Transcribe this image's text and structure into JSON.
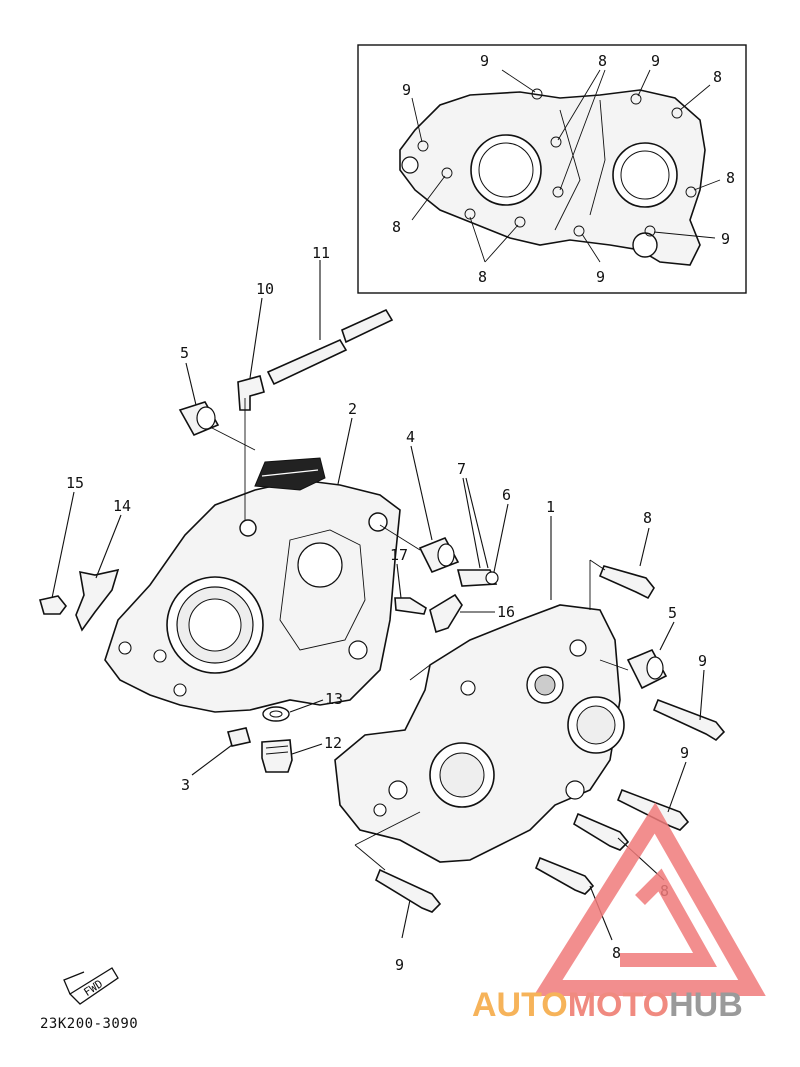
{
  "diagram": {
    "part_code": "23K200-3090",
    "fwd_label": "FWD",
    "callouts": {
      "crankcase_1": "1",
      "crankcase_2": "2",
      "dowel_3": "3",
      "bearing_4": "4",
      "bearing_5_left": "5",
      "bearing_5_right": "5",
      "collar_6": "6",
      "pin_7": "7",
      "bolt_8_right": "8",
      "bolt_8_lower_a": "8",
      "bolt_8_lower_b": "8",
      "bolt_9_bottom": "9",
      "bolt_9_right_a": "9",
      "bolt_9_right_b": "9",
      "fitting_10": "10",
      "hose_11": "11",
      "plug_12": "12",
      "gasket_13": "13",
      "plate_14": "14",
      "bolt_15": "15",
      "plate_16": "16",
      "screw_17": "17"
    },
    "inset": {
      "labels": {
        "n9_top_left": "9",
        "n9_top_mid": "9",
        "n9_top_right": "9",
        "n8_top_mid": "8",
        "n8_top_right": "8",
        "n8_right": "8",
        "n9_right": "9",
        "n9_bottom": "9",
        "n8_bottom": "8",
        "n8_left": "8"
      }
    }
  },
  "watermark": {
    "part1": "AUTO",
    "part2": "MOTO",
    "part3": "HUB",
    "colors": {
      "auto": "#f6b35a",
      "moto": "#f08a80",
      "hub": "#9a9a9a",
      "triangle": "#f07a7a"
    }
  }
}
